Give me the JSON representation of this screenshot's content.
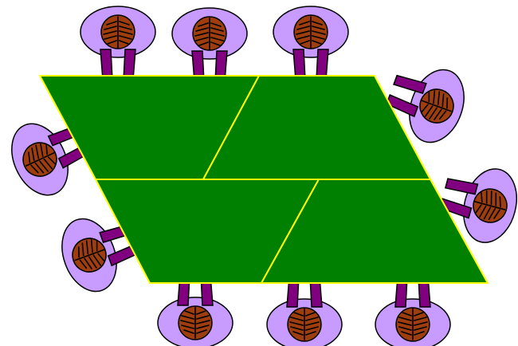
{
  "colors": {
    "background": "#ffffff",
    "table_fill": "#008000",
    "table_stroke": "#ffff00",
    "chair_fill": "#c79bff",
    "arm_fill": "#800080",
    "head_fill": "#9e3d0e",
    "hair_stroke": "#000000"
  },
  "table": {
    "panels": [
      {
        "id": "top-left"
      },
      {
        "id": "top-right"
      },
      {
        "id": "bottom-left"
      },
      {
        "id": "bottom-right"
      }
    ]
  },
  "people": [
    {
      "id": "top-1",
      "side": "top",
      "icon": "person-seated-icon"
    },
    {
      "id": "top-2",
      "side": "top",
      "icon": "person-seated-icon"
    },
    {
      "id": "top-3",
      "side": "top",
      "icon": "person-seated-icon"
    },
    {
      "id": "right-1",
      "side": "right",
      "icon": "person-seated-icon"
    },
    {
      "id": "right-2",
      "side": "right",
      "icon": "person-seated-icon"
    },
    {
      "id": "left-1",
      "side": "left",
      "icon": "person-seated-icon"
    },
    {
      "id": "left-2",
      "side": "left",
      "icon": "person-seated-icon"
    },
    {
      "id": "bottom-1",
      "side": "bottom",
      "icon": "person-seated-icon"
    },
    {
      "id": "bottom-2",
      "side": "bottom",
      "icon": "person-seated-icon"
    },
    {
      "id": "bottom-3",
      "side": "bottom",
      "icon": "person-seated-icon"
    }
  ]
}
